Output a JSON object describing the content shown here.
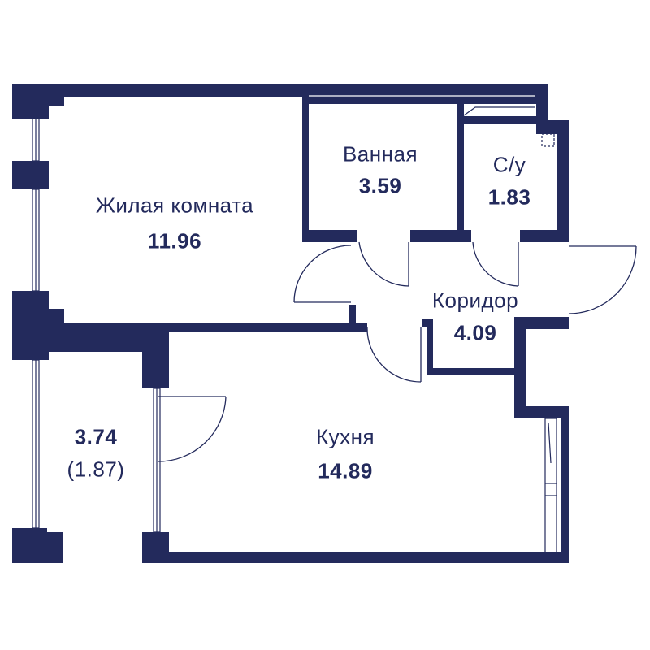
{
  "colors": {
    "wall": "#232a5c",
    "background": "#ffffff"
  },
  "rooms": {
    "living": {
      "name": "Жилая комната",
      "area": "11.96"
    },
    "bathroom": {
      "name": "Ванная",
      "area": "3.59"
    },
    "wc": {
      "name": "С/у",
      "area": "1.83"
    },
    "corridor": {
      "name": "Коридор",
      "area": "4.09"
    },
    "balcony": {
      "area": "3.74",
      "reduced_area": "(1.87)"
    },
    "kitchen": {
      "name": "Кухня",
      "area": "14.89"
    }
  }
}
